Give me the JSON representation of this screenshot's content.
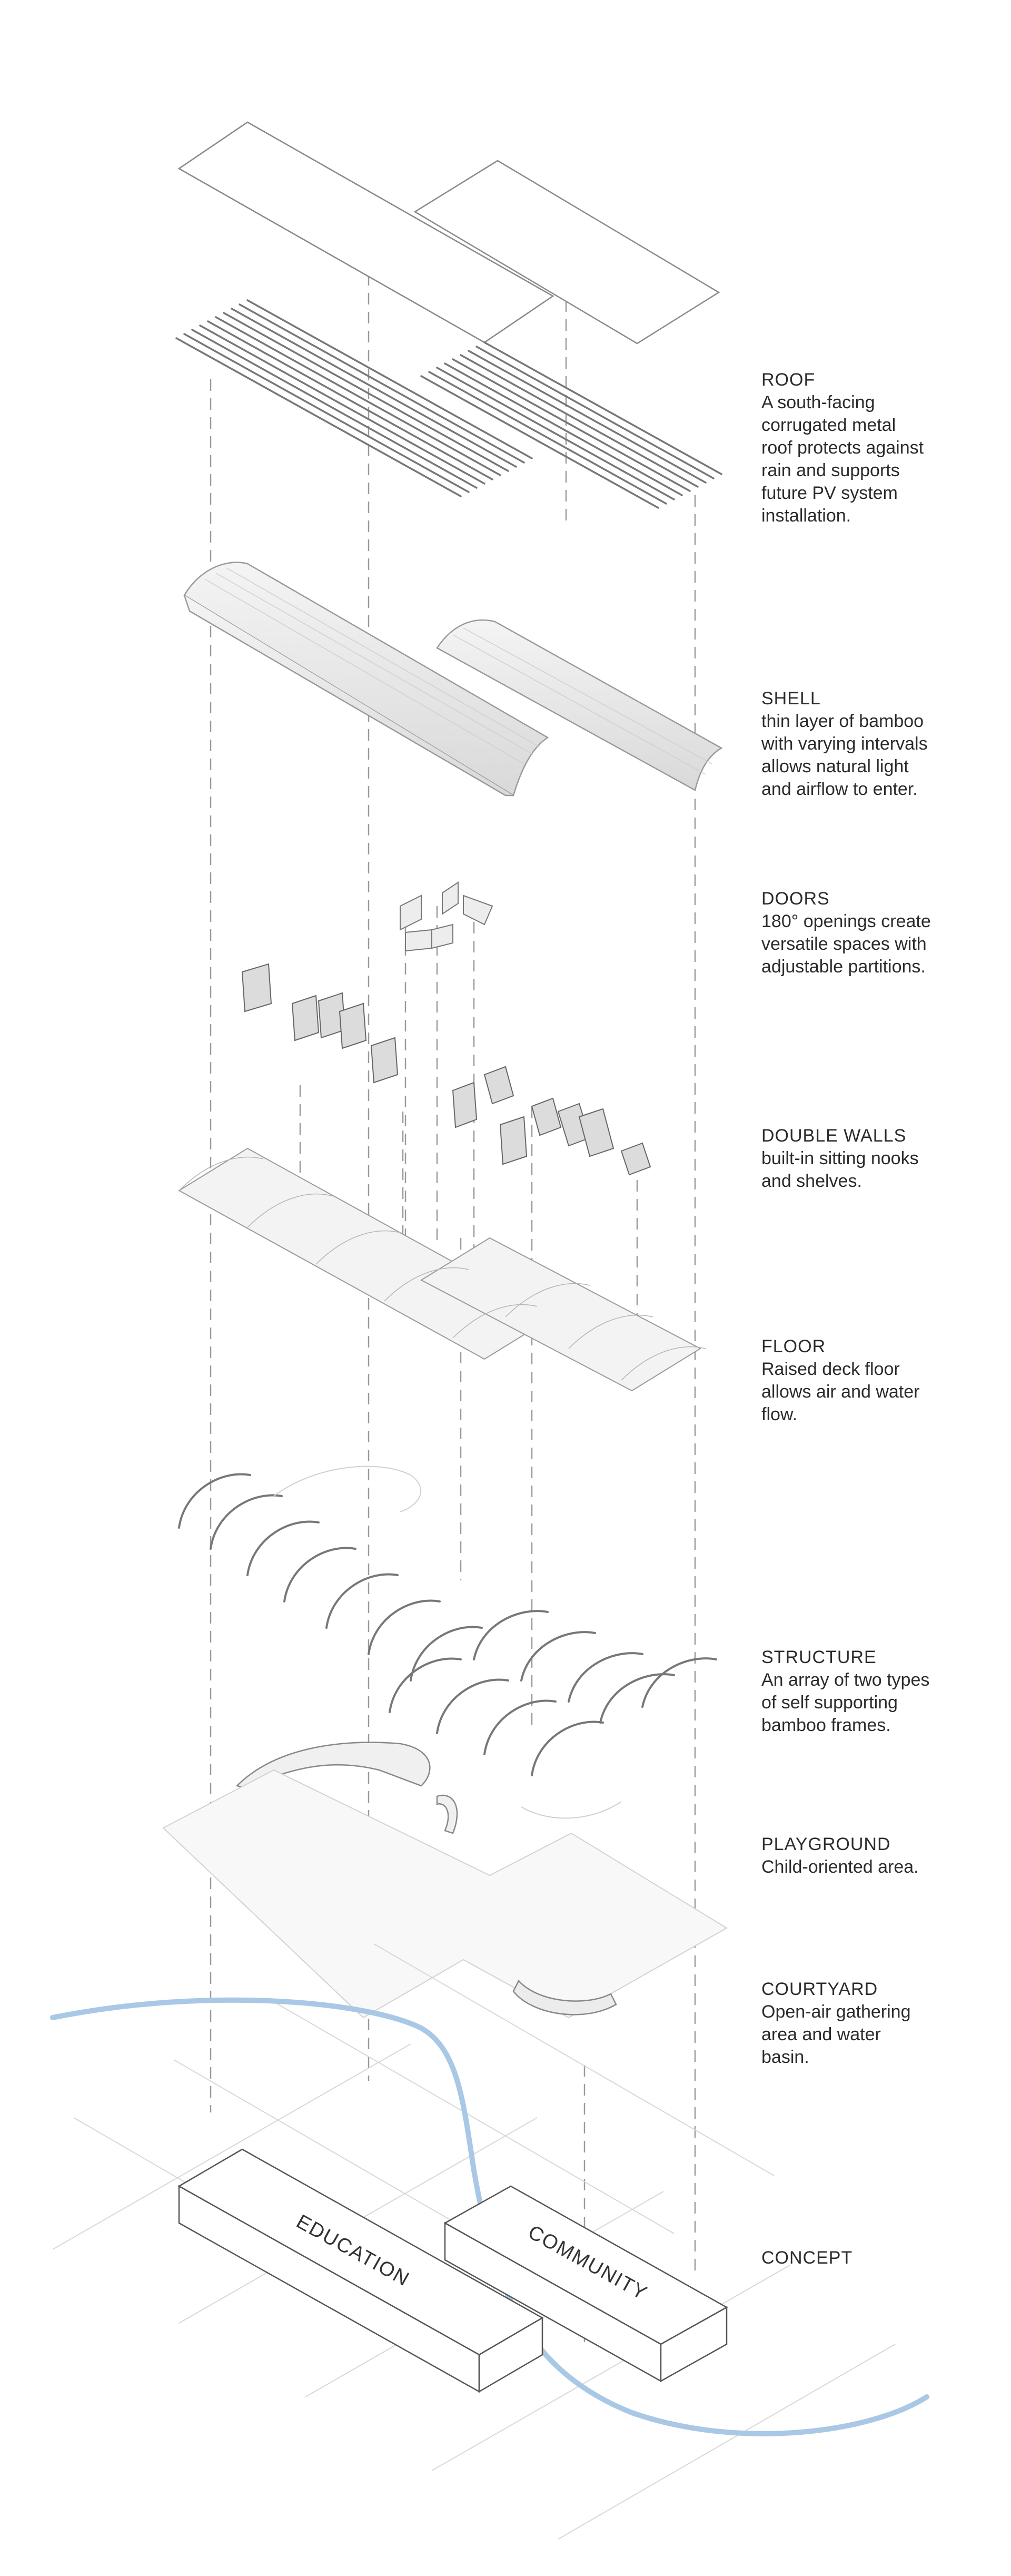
{
  "layers": [
    {
      "title": "ROOF",
      "body": "A south-facing\ncorrugated metal\nroof protects against\nrain and supports\nfuture PV system\ninstallation."
    },
    {
      "title": "SHELL",
      "body": " thin layer of bamboo\nwith varying intervals\nallows natural light\nand airflow to enter."
    },
    {
      "title": "DOORS",
      "body": "180° openings create\nversatile spaces with\nadjustable partitions."
    },
    {
      "title": "DOUBLE WALLS",
      "body": "built-in sitting nooks\nand shelves."
    },
    {
      "title": "FLOOR",
      "body": "Raised deck floor\nallows air and water\nflow."
    },
    {
      "title": "STRUCTURE",
      "body": "An array of two types\nof self supporting\nbamboo frames."
    },
    {
      "title": "PLAYGROUND",
      "body": "Child-oriented area."
    },
    {
      "title": "COURTYARD",
      "body": "Open-air gathering\narea and water\nbasin."
    },
    {
      "title": "CONCEPT",
      "body": ""
    }
  ],
  "concept_blocks": {
    "left": "EDUCATION",
    "right": "COMMUNITY"
  },
  "colors": {
    "line": "#8a8a8a",
    "dash": "#9a9a9a",
    "river": "#a9c8e6",
    "text": "#2b2b2b"
  }
}
